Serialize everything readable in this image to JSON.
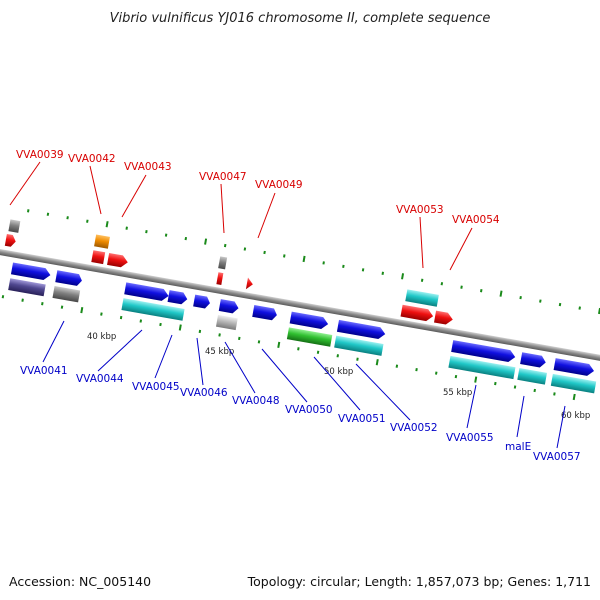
{
  "title": "Vibrio vulnificus YJ016 chromosome II, complete sequence",
  "footer": {
    "accession": "Accession: NC_005140",
    "summary": "Topology: circular; Length: 1,857,073 bp; Genes: 1,711"
  },
  "scale_labels": [
    "40 kbp",
    "45 kbp",
    "50 kbp",
    "55 kbp",
    "60 kbp"
  ],
  "genes": [
    {
      "label": "VVA0039",
      "strand": "minus",
      "color": "#d80000"
    },
    {
      "label": "VVA0041",
      "strand": "plus",
      "color": "#0000c8"
    },
    {
      "label": "VVA0042",
      "strand": "minus",
      "color": "#d80000"
    },
    {
      "label": "VVA0043",
      "strand": "minus",
      "color": "#d80000"
    },
    {
      "label": "VVA0044",
      "strand": "plus",
      "color": "#0000c8"
    },
    {
      "label": "VVA0045",
      "strand": "plus",
      "color": "#0000c8"
    },
    {
      "label": "VVA0046",
      "strand": "plus",
      "color": "#0000c8"
    },
    {
      "label": "VVA0047",
      "strand": "minus",
      "color": "#d80000"
    },
    {
      "label": "VVA0048",
      "strand": "plus",
      "color": "#0000c8"
    },
    {
      "label": "VVA0049",
      "strand": "minus",
      "color": "#d80000"
    },
    {
      "label": "VVA0050",
      "strand": "plus",
      "color": "#0000c8"
    },
    {
      "label": "VVA0051",
      "strand": "plus",
      "color": "#0000c8"
    },
    {
      "label": "VVA0052",
      "strand": "plus",
      "color": "#0000c8"
    },
    {
      "label": "VVA0053",
      "strand": "minus",
      "color": "#d80000"
    },
    {
      "label": "VVA0054",
      "strand": "minus",
      "color": "#d80000"
    },
    {
      "label": "VVA0055",
      "strand": "plus",
      "color": "#0000c8"
    },
    {
      "label": "malE",
      "strand": "plus",
      "color": "#0000c8"
    },
    {
      "label": "VVA0057",
      "strand": "plus",
      "color": "#0000c8"
    }
  ],
  "colors": {
    "cds_plus": "#1010e0",
    "cds_minus": "#ee1010",
    "feature_cyan": "#20c8c8",
    "feature_purple": "#504890",
    "feature_gray": "#808080",
    "feature_orange": "#f08c00",
    "feature_green": "#30c030",
    "feature_lightgray": "#b8b8b8",
    "backbone": "#8a8a8a",
    "tick": "#1a8a1a"
  }
}
